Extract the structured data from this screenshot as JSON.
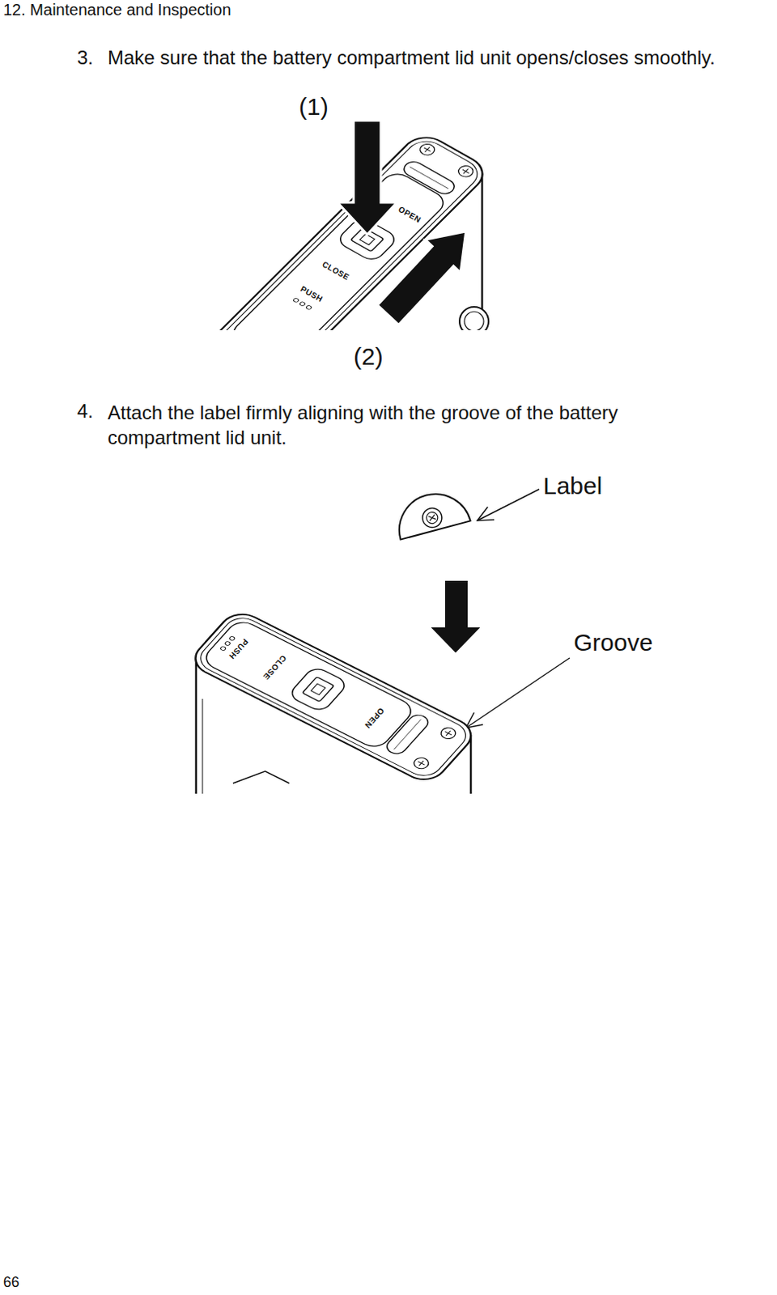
{
  "diagram": {
    "labels": [
      "12. Maintenance and Inspection",
      "3.",
      "Make sure that the battery compartment lid unit opens/closes smoothly.",
      "(1)",
      "OPEN",
      "CLOSE",
      "PUSH",
      "(2)",
      "4.",
      "Attach the label firmly aligning with the groove of the battery compartment lid unit.",
      "Label",
      "PUSH",
      "CLOSE",
      "OPEN",
      "Groove",
      "66"
    ]
  }
}
